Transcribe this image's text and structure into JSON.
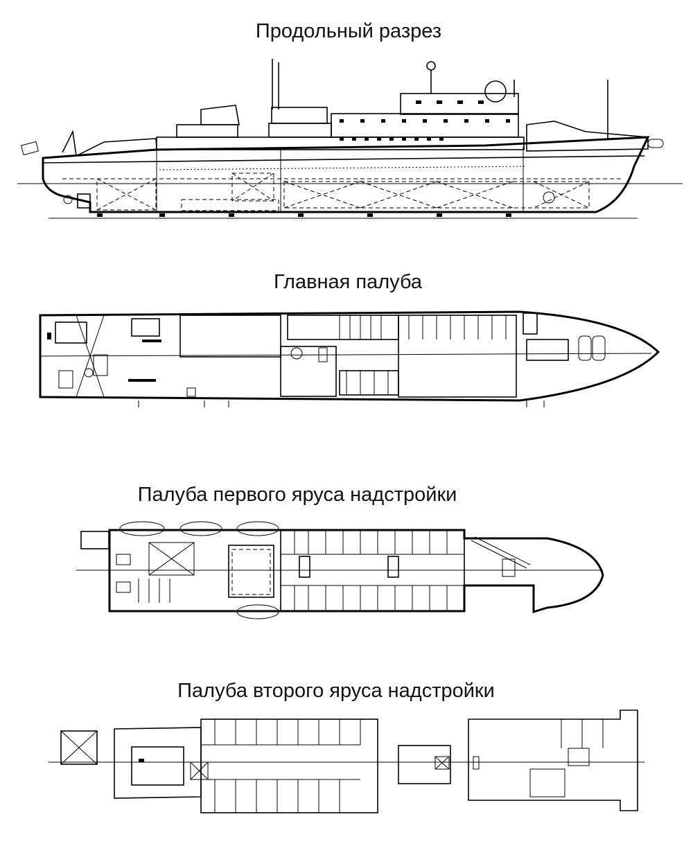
{
  "titles": {
    "longitudinal_section": "Продольный разрез",
    "main_deck": "Главная палуба",
    "first_tier_deck": "Палуба первого яруса надстройки",
    "second_tier_deck": "Палуба второго яруса надстройки"
  }
}
